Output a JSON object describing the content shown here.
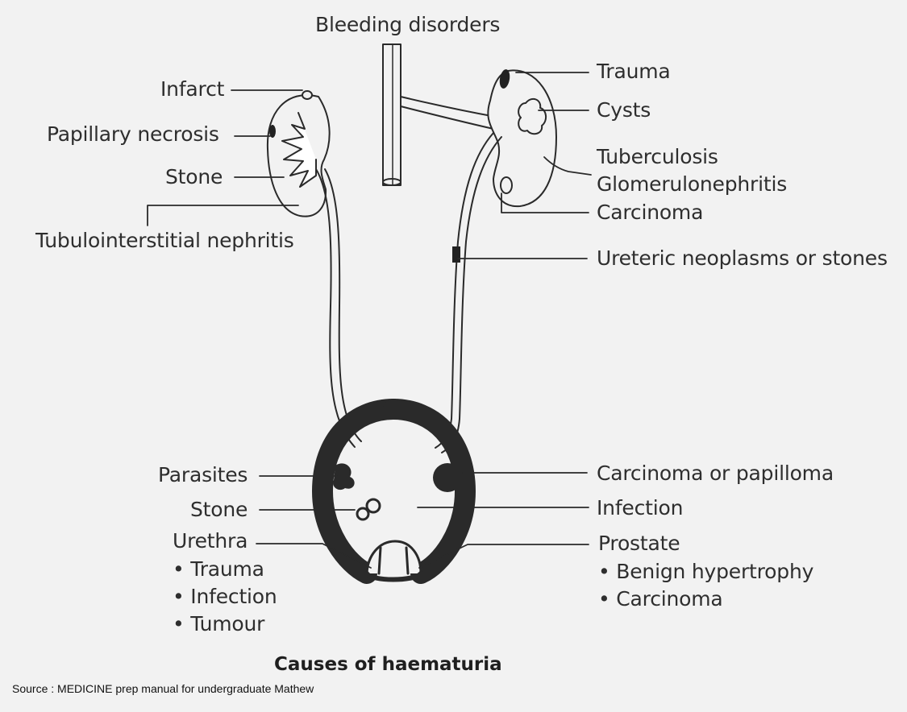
{
  "title": "Causes of haematuria",
  "source": "Source : MEDICINE prep manual for undergraduate Mathew",
  "labels": {
    "bleeding_disorders": "Bleeding disorders",
    "infarct": "Infarct",
    "papillary_necrosis": "Papillary necrosis",
    "stone_kidney": "Stone",
    "tubulointerstitial_nephritis": "Tubulointerstitial nephritis",
    "trauma_kidney": "Trauma",
    "cysts": "Cysts",
    "tuberculosis": "Tuberculosis",
    "glomerulonephritis": "Glomerulonephritis",
    "carcinoma_kidney": "Carcinoma",
    "ureteric": "Ureteric neoplasms or stones",
    "parasites": "Parasites",
    "stone_bladder": "Stone",
    "urethra": "Urethra",
    "urethra_trauma": "• Trauma",
    "urethra_infection": "• Infection",
    "urethra_tumour": "• Tumour",
    "carcinoma_papilloma": "Carcinoma or papilloma",
    "infection_bladder": "Infection",
    "prostate": "Prostate",
    "prostate_bph": "• Benign hypertrophy",
    "prostate_carcinoma": "• Carcinoma"
  }
}
